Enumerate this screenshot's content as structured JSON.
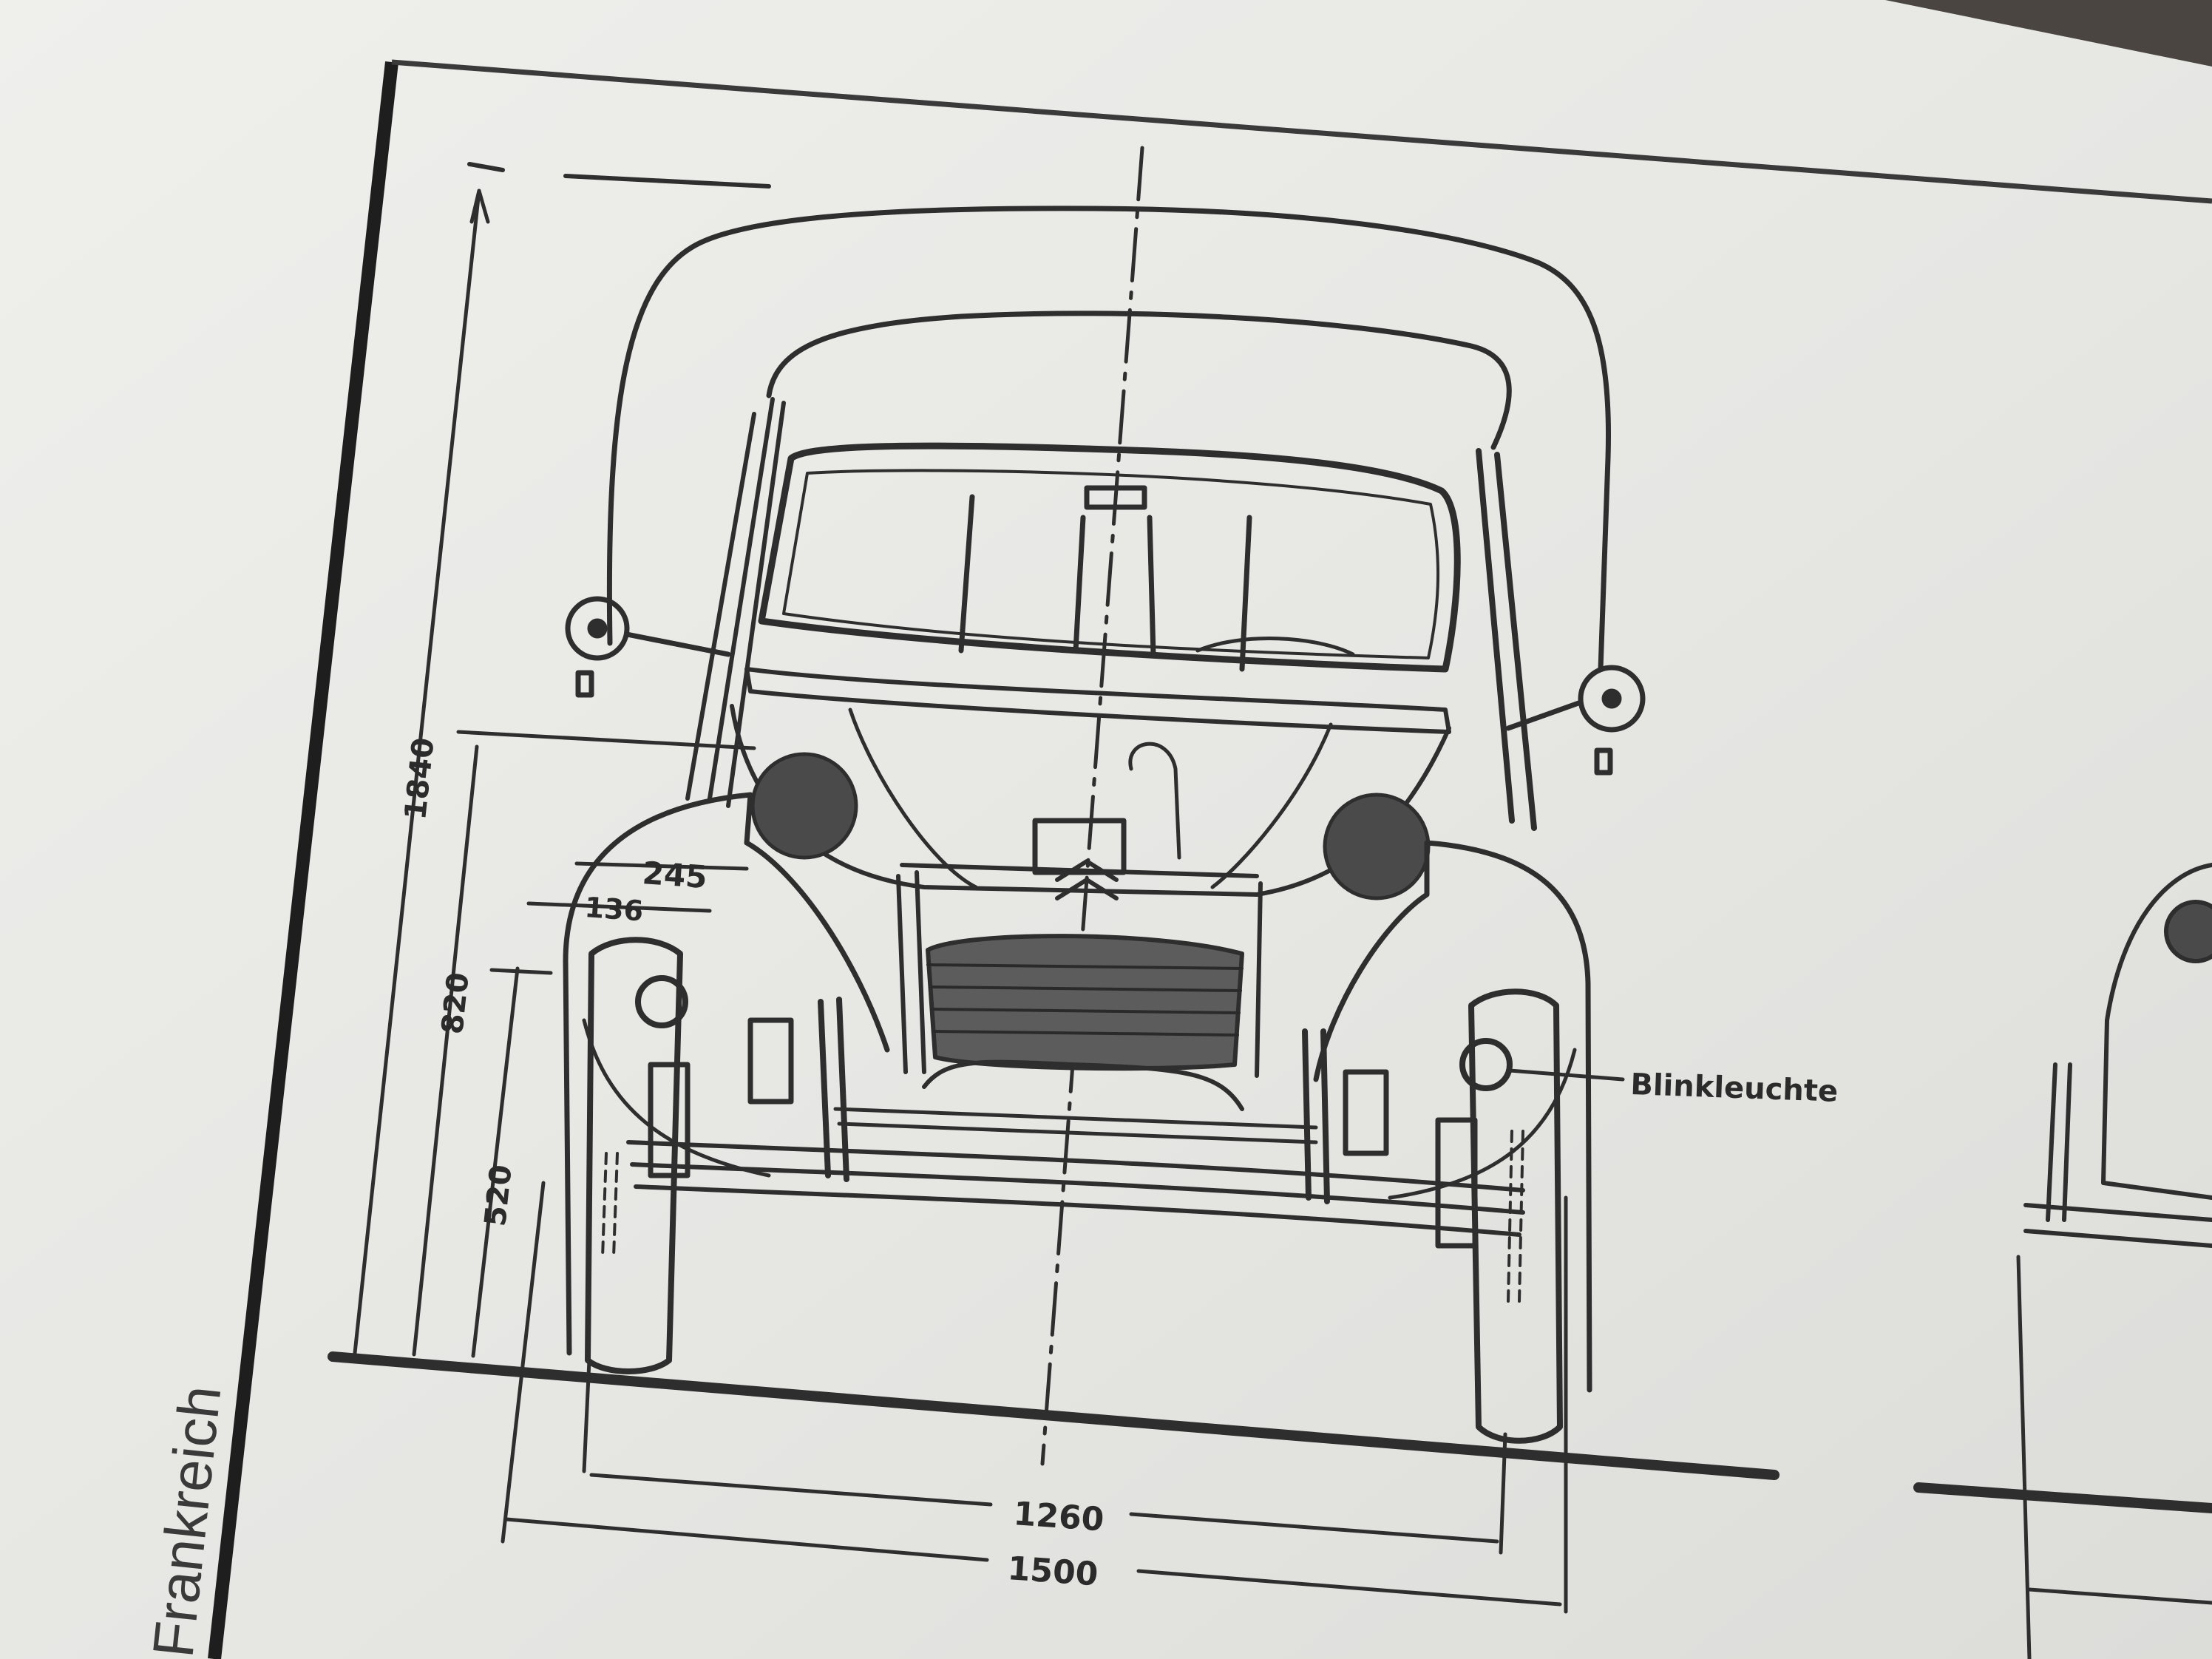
{
  "drawing": {
    "dimensions": {
      "total_height": "1840",
      "lamp_height": "820",
      "fender_height": "520",
      "lamp_offset": "245",
      "signal_offset": "136",
      "track_width": "1260",
      "overall_width": "1500"
    },
    "callout": "Blinkleuchte",
    "side_caption": "Frankreich"
  },
  "colors": {
    "paper": "#e9e9e6",
    "ink": "#2e2e2e",
    "background": "#4a4541"
  }
}
